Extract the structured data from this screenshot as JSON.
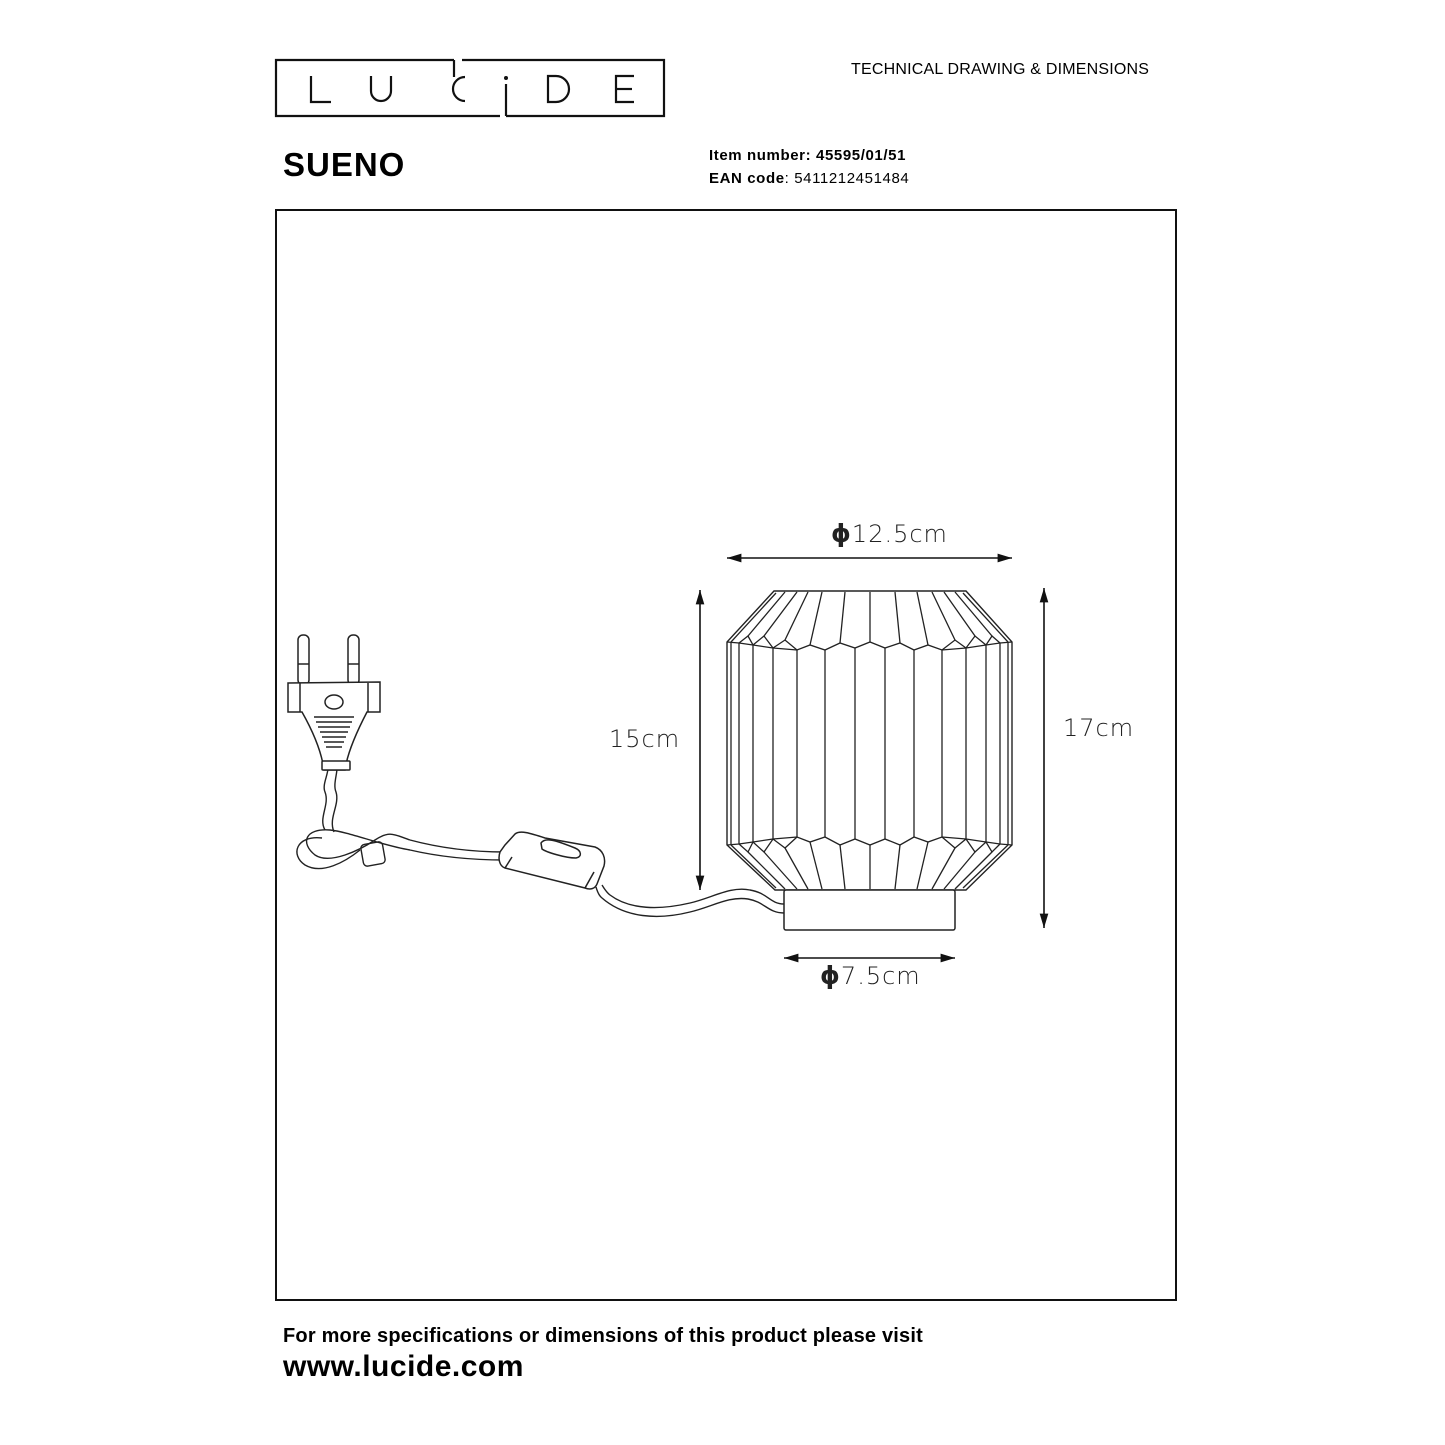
{
  "header": {
    "brand_logo_letters": [
      "L",
      "U",
      "C",
      "i",
      "D",
      "E"
    ],
    "document_type": "TECHNICAL DRAWING & DIMENSIONS",
    "product_name": "SUENO",
    "item_number_label": "Item number",
    "item_number_value": "45595/01/51",
    "ean_label": "EAN code",
    "ean_value": "5411212451484"
  },
  "drawing": {
    "subject": "table lamp with faceted shade, base, cord, in-line switch and plug",
    "dimensions": {
      "shade_diameter": {
        "symbol": "ϕ",
        "value": "12.5cm"
      },
      "base_diameter": {
        "symbol": "ϕ",
        "value": "7.5cm"
      },
      "shade_height": {
        "value": "15cm"
      },
      "total_height": {
        "value": "17cm"
      }
    },
    "icons": [
      "euro-plug-icon",
      "inline-switch-icon",
      "cord-icon",
      "lamp-shade-icon",
      "lamp-base-icon",
      "dimension-arrow-icon"
    ]
  },
  "footer": {
    "info_text": "For more specifications or dimensions of this product please visit",
    "url": "www.lucide.com"
  },
  "colors": {
    "ink": "#000000",
    "background": "#ffffff"
  }
}
